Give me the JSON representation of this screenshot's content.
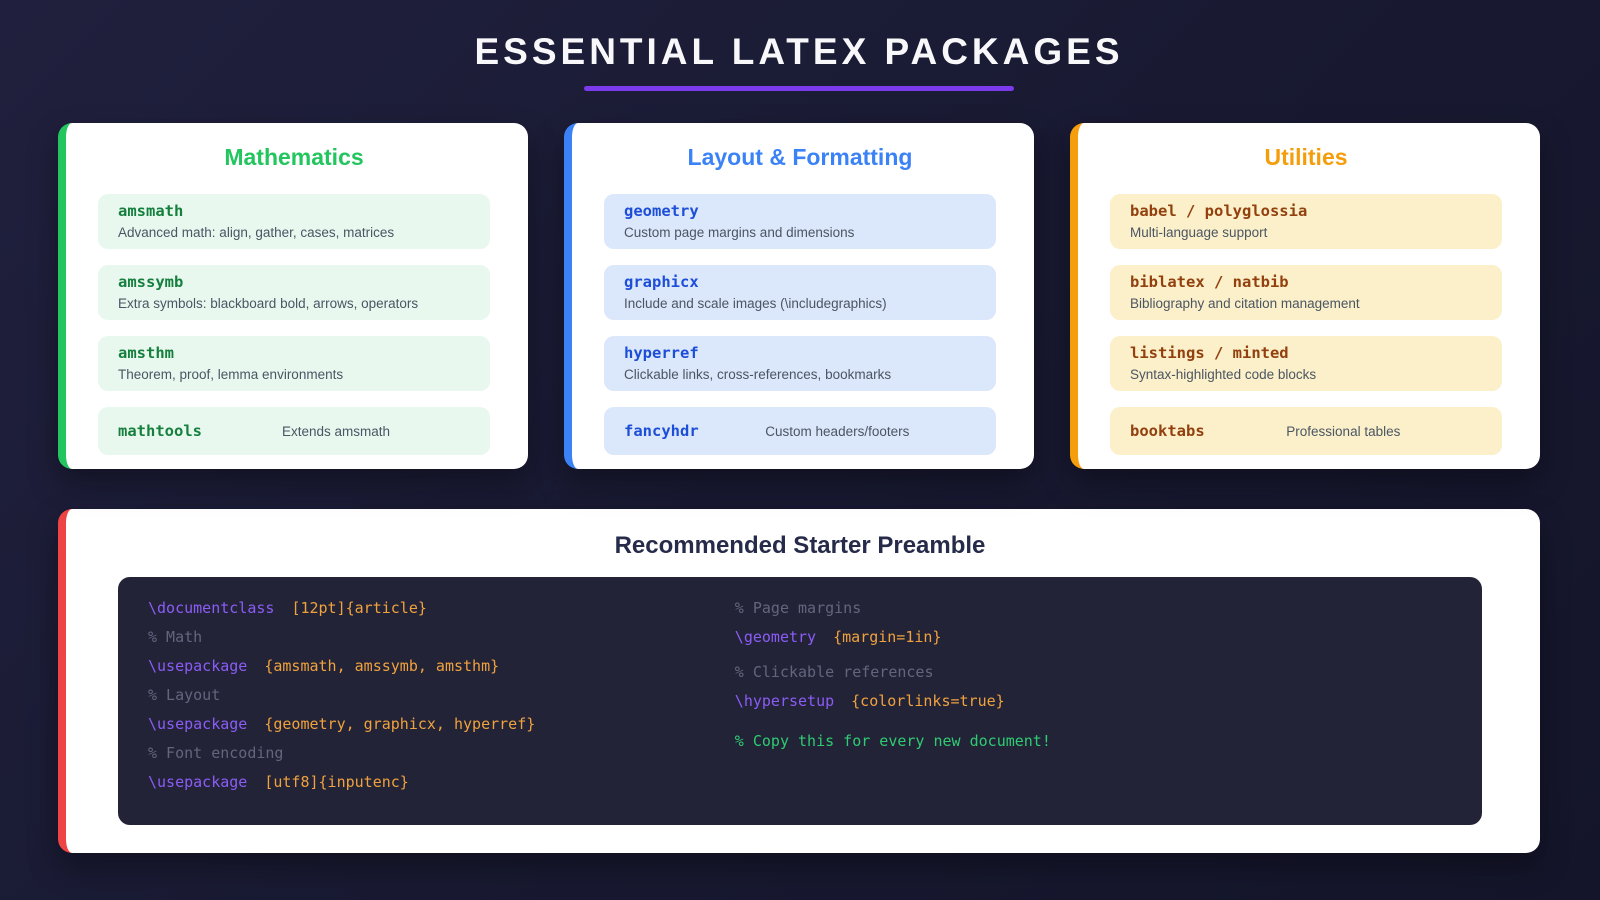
{
  "header": {
    "title": "ESSENTIAL LATEX PACKAGES"
  },
  "cards": [
    {
      "title": "Mathematics",
      "accent": "#22c55e",
      "item_bg": "#e9f8ef",
      "name_color": "#15803d",
      "items": [
        {
          "name": "amsmath",
          "desc": "Advanced math: align, gather, cases, matrices"
        },
        {
          "name": "amssymb",
          "desc": "Extra symbols: blackboard bold, arrows, operators"
        },
        {
          "name": "amsthm",
          "desc": "Theorem, proof, lemma environments"
        },
        {
          "name": "mathtools",
          "desc": "Extends amsmath"
        }
      ]
    },
    {
      "title": "Layout & Formatting",
      "accent": "#3b82f6",
      "item_bg": "#dbe7fb",
      "name_color": "#1d4ed8",
      "items": [
        {
          "name": "geometry",
          "desc": "Custom page margins and dimensions"
        },
        {
          "name": "graphicx",
          "desc": "Include and scale images (\\includegraphics)"
        },
        {
          "name": "hyperref",
          "desc": "Clickable links, cross-references, bookmarks"
        },
        {
          "name": "fancyhdr",
          "desc": "Custom headers/footers"
        }
      ]
    },
    {
      "title": "Utilities",
      "accent": "#f59e0b",
      "item_bg": "#fbf0c9",
      "name_color": "#92400e",
      "items": [
        {
          "name": "babel / polyglossia",
          "desc": "Multi-language support"
        },
        {
          "name": "biblatex / natbib",
          "desc": "Bibliography and citation management"
        },
        {
          "name": "listings / minted",
          "desc": "Syntax-highlighted code blocks"
        },
        {
          "name": "booktabs",
          "desc": "Professional tables"
        }
      ]
    }
  ],
  "preamble": {
    "title": "Recommended Starter Preamble",
    "accent": "#ef4444",
    "code_colors": {
      "command": "#8b5cf6",
      "argument": "#f0a23c",
      "comment": "#62667c",
      "highlight_comment": "#2ecc71"
    },
    "columns": [
      {
        "lines": [
          {
            "cmd": "\\documentclass",
            "args": "[12pt]{article}"
          },
          {
            "comment": "% Math"
          },
          {
            "cmd": "\\usepackage",
            "args": "{amsmath, amssymb, amsthm}"
          },
          {
            "comment": "% Layout"
          },
          {
            "cmd": "\\usepackage",
            "args": "{geometry, graphicx, hyperref}"
          },
          {
            "comment": "% Font encoding"
          },
          {
            "cmd": "\\usepackage",
            "args": "[utf8]{inputenc}"
          }
        ]
      },
      {
        "lines": [
          {
            "comment": "% Page margins"
          },
          {
            "cmd": "\\geometry",
            "args": "{margin=1in}"
          },
          {
            "comment": "% Clickable references"
          },
          {
            "cmd": "\\hypersetup",
            "args": "{colorlinks=true}"
          },
          {
            "comment": "% Copy this for every new document!"
          }
        ]
      }
    ]
  },
  "theme": {
    "background_top": "#20203e",
    "background_bottom": "#14152a",
    "card_background": "#ffffff",
    "title_underline": "#7c3aed",
    "page_title_color": "#f8f8fb",
    "description_color": "#4b5563",
    "code_panel_background": "#232338"
  }
}
